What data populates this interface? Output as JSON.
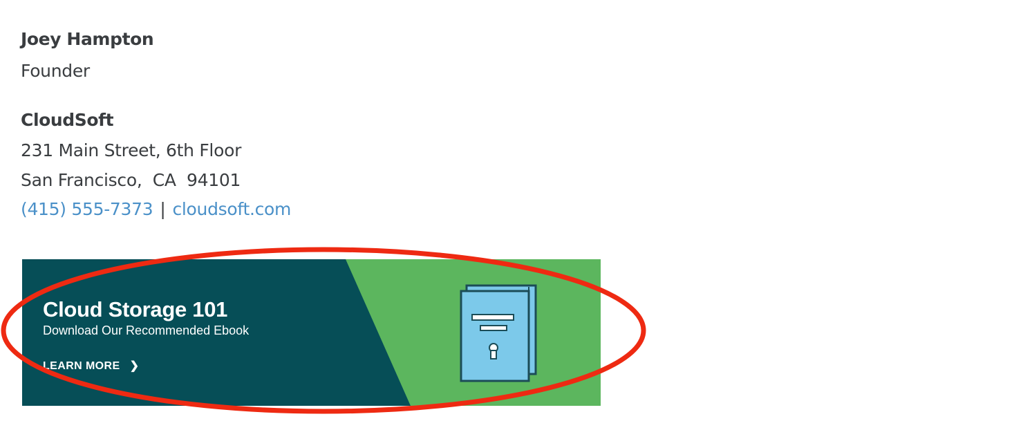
{
  "signature": {
    "name": "Joey Hampton",
    "title": "Founder",
    "company": "CloudSoft",
    "address_line1": "231 Main Street, 6th Floor",
    "address_line2": "San Francisco,  CA  94101",
    "phone": "(415) 555-7373",
    "separator": "|",
    "website": "cloudsoft.com"
  },
  "banner": {
    "heading": "Cloud Storage 101",
    "subheading": "Download Our Recommended Ebook",
    "cta_label": "LEARN MORE",
    "cta_icon": "chevron-right-icon",
    "image_icon": "ebook-icon",
    "colors": {
      "dark": "#064e57",
      "green": "#5cb65e",
      "book": "#7cc9ea",
      "book_outline": "#1b4c57"
    }
  },
  "annotation": {
    "color": "#ee2a12",
    "shape": "ellipse"
  },
  "colors": {
    "text": "#3a3d40",
    "link": "#4a90c8"
  }
}
